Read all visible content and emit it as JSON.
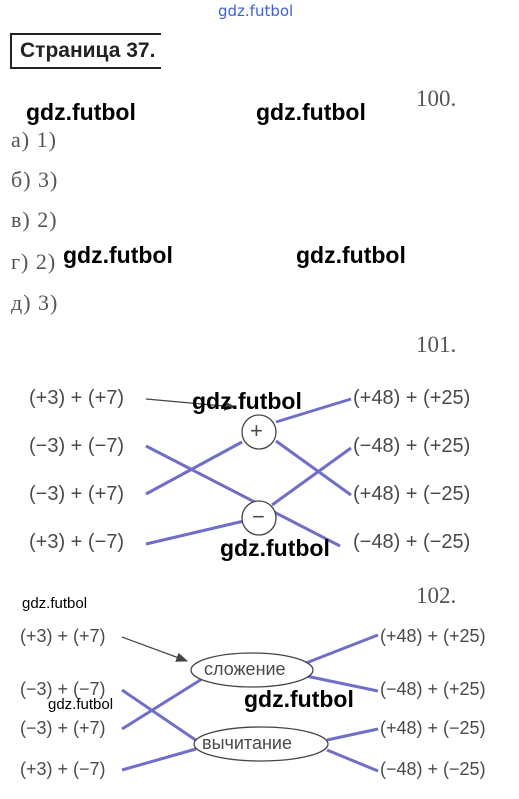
{
  "watermark": {
    "top": "gdz.futbol",
    "main": "gdz.futbol",
    "small": "gdz.futbol"
  },
  "page": {
    "label": "Страница 37."
  },
  "task100": {
    "number": "100.",
    "answers": [
      "а) 1)",
      "б) 3)",
      "в) 2)",
      "г) 2)",
      "д) 3)"
    ]
  },
  "task101": {
    "number": "101.",
    "left": [
      "(+3) + (+7)",
      "(−3) + (−7)",
      "(−3) + (+7)",
      "(+3) + (−7)"
    ],
    "right": [
      "(+48) + (+25)",
      "(−48) + (+25)",
      "(+48) + (−25)",
      "(−48) + (−25)"
    ],
    "plus": "+",
    "minus": "−"
  },
  "task102": {
    "number": "102.",
    "left": [
      "(+3) + (+7)",
      "(−3) + (−7)",
      "(−3) + (+7)",
      "(+3) + (−7)"
    ],
    "right": [
      "(+48) + (+25)",
      "(−48) + (+25)",
      "(+48) + (−25)",
      "(−48) + (−25)"
    ],
    "addition": "сложение",
    "subtraction": "вычитание"
  },
  "colors": {
    "line": "#6f6fc8",
    "watermark_top": "#3b5fd6"
  }
}
